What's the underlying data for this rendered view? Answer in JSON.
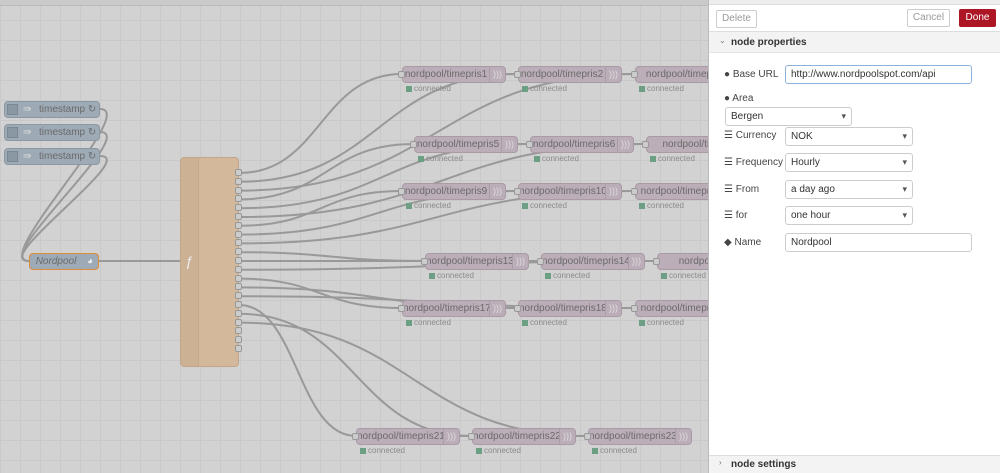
{
  "flow": {
    "inject_nodes": [
      {
        "label": "timestamp ↻"
      },
      {
        "label": "timestamp ↻"
      },
      {
        "label": "timestamp ↻"
      }
    ],
    "nordpool_node": {
      "label": "Nordpool"
    },
    "function_node": {
      "icon": "ƒ"
    },
    "mqtt_rows": [
      [
        "nordpool/timepris1",
        "nordpool/timepris2",
        "nordpool/timep"
      ],
      [
        "nordpool/timepris5",
        "nordpool/timepris6",
        "nordpool/tim"
      ],
      [
        "nordpool/timepris9",
        "nordpool/timepris10",
        "nordpool/timepris"
      ],
      [
        "nordpool/timepris13",
        "nordpool/timepris14",
        "nordpool/t"
      ],
      [
        "nordpool/timepris17",
        "nordpool/timepris18",
        "nordpool/timepris"
      ],
      [
        "nordpool/timepris21",
        "nordpool/timepris22",
        "nordpool/timepris23"
      ]
    ],
    "status_text": "connected",
    "colors": {
      "mqtt": "#bcaeb9",
      "inject": "#9eabb6",
      "function": "#d4b89c",
      "status": "#6c9f84"
    }
  },
  "panel": {
    "delete_label": "Delete",
    "cancel_label": "Cancel",
    "done_label": "Done",
    "section_title": "node properties",
    "bottom_section": "node settings",
    "fields": {
      "base_url": {
        "label": "Base URL",
        "value": "http://www.nordpoolspot.com/api"
      },
      "area": {
        "label": "Area",
        "value": "Bergen"
      },
      "currency": {
        "label": "Currency",
        "value": "NOK"
      },
      "frequency": {
        "label": "Frequency",
        "value": "Hourly"
      },
      "from": {
        "label": "From",
        "value": "a day ago"
      },
      "for": {
        "label": "for",
        "value": "one hour"
      },
      "name": {
        "label": "Name",
        "value": "Nordpool"
      }
    },
    "colors": {
      "done": "#ad1625"
    }
  }
}
